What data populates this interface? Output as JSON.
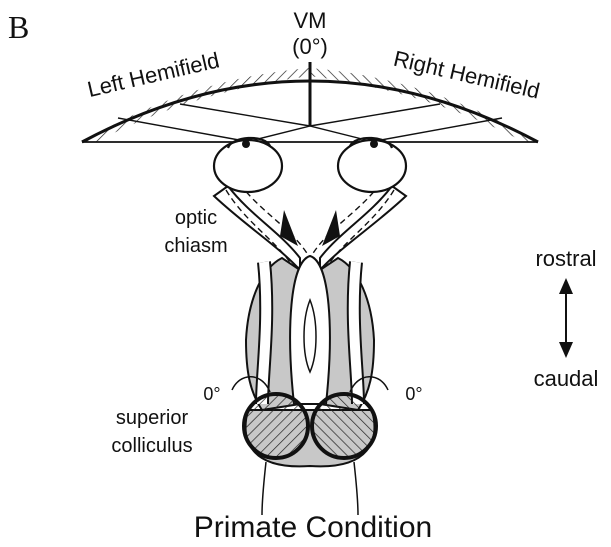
{
  "panel_letter": "B",
  "midline": {
    "line1": "VM",
    "line2": "(0°)"
  },
  "hemifields": {
    "left": "Left Hemifield",
    "right": "Right Hemifield"
  },
  "structures": {
    "chiasm_line1": "optic",
    "chiasm_line2": "chiasm",
    "colliculus_line1": "superior",
    "colliculus_line2": "colliculus"
  },
  "angle_labels": {
    "left": "0°",
    "right": "0°"
  },
  "axis": {
    "top": "rostral",
    "bottom": "caudal"
  },
  "caption": "Primate Condition"
}
